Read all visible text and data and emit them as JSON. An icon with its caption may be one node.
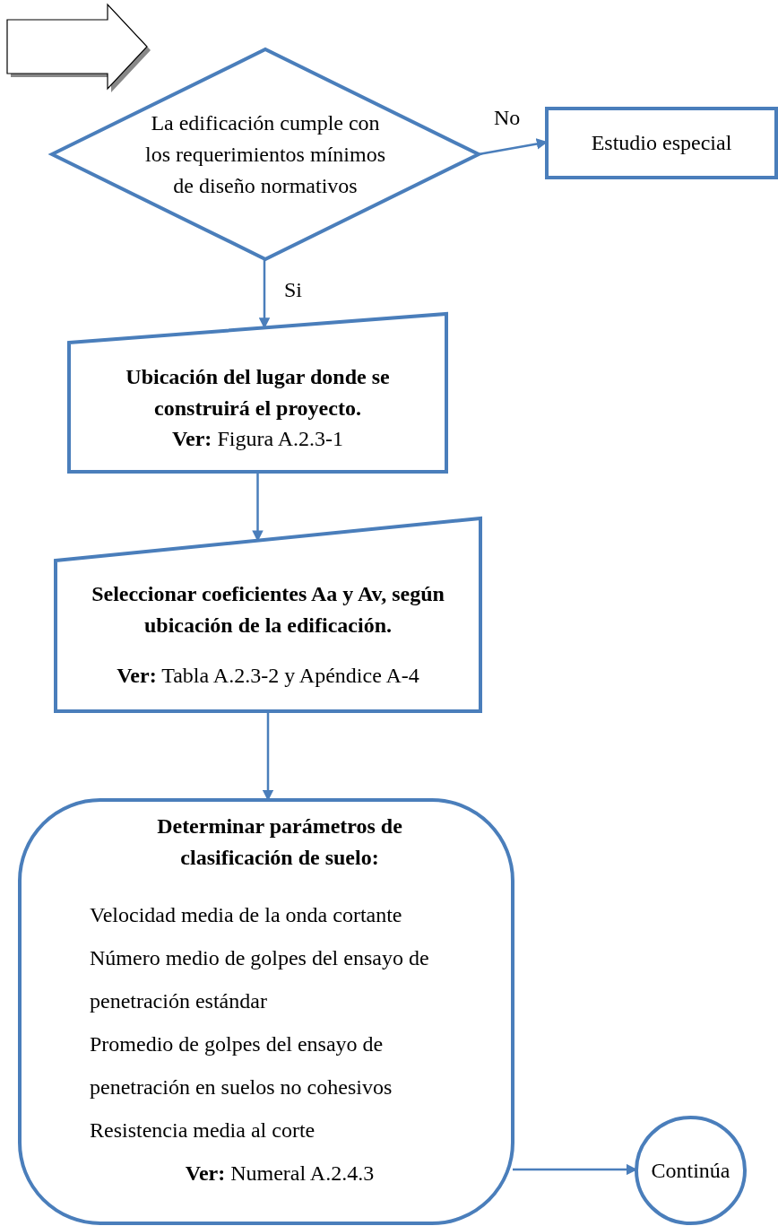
{
  "diagram": {
    "nodes": [
      {
        "text": [],
        "shape": "arrow"
      },
      {
        "text": [
          "La edificación cumple con los requerimientos mínimos de diseño normativos"
        ]
      },
      {
        "text": [
          "Estudio especial"
        ]
      },
      {
        "text": [
          "Ubicación del lugar donde se construirá el proyecto.",
          "**Ver:** Figura A.2.3-1"
        ]
      },
      {
        "text": [
          "Seleccionar coeficientes Aa y Av, según ubicación de la edificación.",
          "**Ver:** Tabla A.2.3-2 y Apéndice A-4"
        ]
      },
      {
        "text": [
          "Determinar parámetros de clasificación de suelo:",
          "Velocidad media de la onda cortante",
          "Número medio de golpes del ensayo de penetración estándar",
          "Promedio de golpes del ensayo de penetración en suelos no cohesivos",
          "Resistencia media al corte",
          "**Ver:** Numeral A.2.4.3"
        ]
      },
      {
        "text": [
          "Continúa"
        ]
      }
    ],
    "edges": [
      {
        "from": 1,
        "to": 2,
        "arrow": "to",
        "label": "No"
      },
      {
        "from": 1,
        "to": 3,
        "arrow": "to",
        "label": "Si"
      },
      {
        "from": 3,
        "to": 4,
        "arrow": "to"
      },
      {
        "from": 4,
        "to": 5,
        "arrow": "to"
      },
      {
        "from": 5,
        "to": 6,
        "arrow": "to"
      }
    ]
  }
}
